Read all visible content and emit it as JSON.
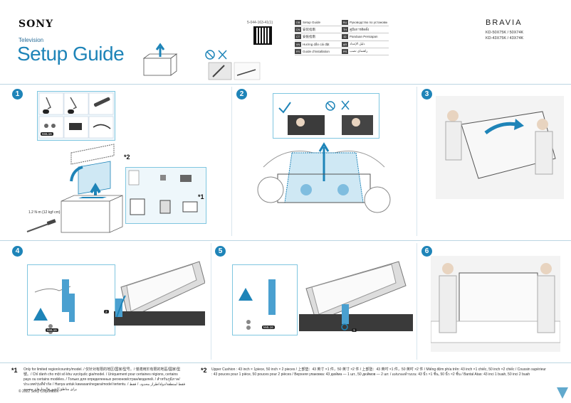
{
  "brand": "SONY",
  "product_type": "Television",
  "title": "Setup Guide",
  "doc_number": "5-044-163-41(1)",
  "bravia": "BRAVIA",
  "models": [
    "KD-50X75K / 50X74K",
    "KD-43X75K / 43X74K"
  ],
  "languages_left": [
    {
      "code": "GB",
      "name": "Setup Guide"
    },
    {
      "code": "CN",
      "name": "安装指南"
    },
    {
      "code": "CT",
      "name": "安裝指南"
    },
    {
      "code": "VN",
      "name": "Hướng dẫn cài đặt"
    },
    {
      "code": "FR",
      "name": "Guide d'installation"
    }
  ],
  "languages_right": [
    {
      "code": "RU",
      "name": "Руководство по установке"
    },
    {
      "code": "TH",
      "name": "คู่มือการติดตั้ง"
    },
    {
      "code": "ID",
      "name": "Panduan Persiapan"
    },
    {
      "code": "AR",
      "name": "دليل الإعداد"
    },
    {
      "code": "PR",
      "name": "راهنمای نصب"
    }
  ],
  "steps": [
    "1",
    "2",
    "3",
    "4",
    "5",
    "6"
  ],
  "callouts": {
    "screw_torque": "1.2 N·m {12 kgf·cm}",
    "part_m4": "M4L16",
    "part_m4b": "M4L16",
    "part_m4c": "M4L16",
    "part_m4d": "M4L16",
    "num1": "1",
    "num2": "2",
    "num2b": "2",
    "num1b": "1",
    "star1": "*1",
    "star2": "*2"
  },
  "footnotes": {
    "star1_mark": "*1",
    "star1_text": "Only for limited region/country/model. / 仅针对有限的地区/国家/型号。/ 僅適用於有限的地區/國家/型號。/ Chỉ dành cho một số khu vực/quốc gia/model. / Uniquement pour certaines régions, certains pays ou certains modèles. / Только для определенных регионов/стран/моделей. / สำหรับภูมิภาค/ประเทศ/รุ่นที่จำกัด / Hanya untuk kawasan/negara/model tertentu. / فقط لمنطقة/دولة/طراز محدود. / فقط برای مناطق/کشورها/مدل‌های محدود",
    "star2_mark": "*2",
    "star2_text": "Upper Cushion : 43 inch × 1piece, 50 inch × 2 pieces / 上部垫：43 英寸 ×1 件，50 英寸 ×2 件 / 上部墊：43 英吋 ×1 件，50 英吋 ×2 件 / Miếng đệm phía trên: 43 inch ×1 chiếc, 50 inch ×2 chiếc / Coussin supérieur : 43 pouces pour 1 pièce, 50 pouces pour 2 pièces / Верхняя упаковка: 43 дюйма — 1 шт., 50 дюймов — 2 шт. / แผ่นรองด้านบน: 43 นิ้ว ×1 ชิ้น, 50 นิ้ว ×2 ชิ้น / Bantal Atas: 43 inci 1 buah, 50 inci 2 buah"
  },
  "copyright": "© 2022 Sony Corporation"
}
